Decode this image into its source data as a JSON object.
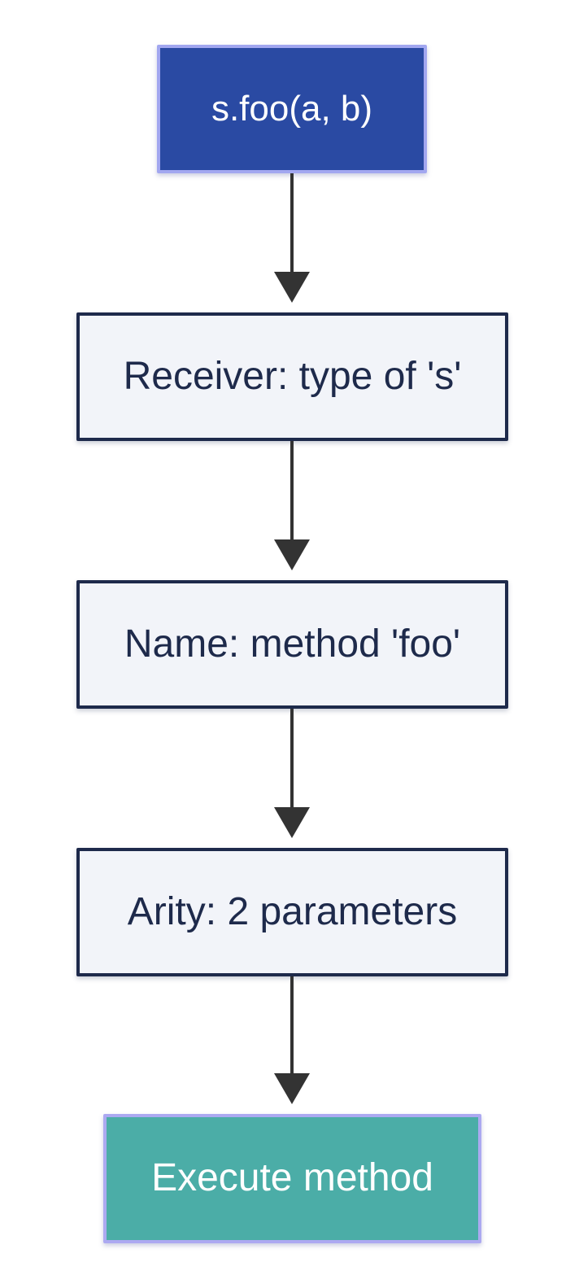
{
  "diagram": {
    "type": "flowchart",
    "direction": "top-down",
    "nodes": [
      {
        "id": "call",
        "role": "start",
        "label": "s.foo(a, b)",
        "bg": "#2a4aa3",
        "border": "#a2a7f0",
        "text_color": "#ffffff"
      },
      {
        "id": "receiver",
        "role": "step",
        "label": "Receiver: type of 's'",
        "bg": "#f2f4f9",
        "border": "#1e2a4b",
        "text_color": "#1e2a4b"
      },
      {
        "id": "name",
        "role": "step",
        "label": "Name: method 'foo'",
        "bg": "#f2f4f9",
        "border": "#1e2a4b",
        "text_color": "#1e2a4b"
      },
      {
        "id": "arity",
        "role": "step",
        "label": "Arity: 2 parameters",
        "bg": "#f2f4f9",
        "border": "#1e2a4b",
        "text_color": "#1e2a4b"
      },
      {
        "id": "execute",
        "role": "end",
        "label": "Execute method",
        "bg": "#4bada7",
        "border": "#aca9f1",
        "text_color": "#ffffff"
      }
    ],
    "edges": [
      {
        "from": "call",
        "to": "receiver",
        "style": "solid-arrow"
      },
      {
        "from": "receiver",
        "to": "name",
        "style": "solid-arrow"
      },
      {
        "from": "name",
        "to": "arity",
        "style": "solid-arrow"
      },
      {
        "from": "arity",
        "to": "execute",
        "style": "solid-arrow"
      }
    ],
    "colors": {
      "background": "#ffffff",
      "arrow": "#333333",
      "start_fill": "#2a4aa3",
      "step_fill": "#f2f4f9",
      "end_fill": "#4bada7",
      "navy": "#1e2a4b",
      "lavender_border": "#a2a7f0"
    }
  }
}
